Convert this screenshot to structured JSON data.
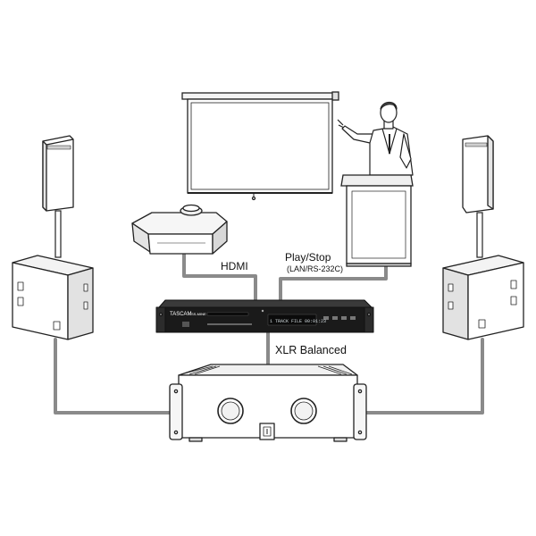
{
  "labels": {
    "hdmi": "HDMI",
    "play_stop": "Play/Stop",
    "play_stop_sub": "(LAN/RS-232C)",
    "xlr": "XLR Balanced"
  },
  "device": {
    "brand": "TASCAM",
    "model": "SS-MINE",
    "display_text": "1 TRACK FILE 00:01:23"
  },
  "colors": {
    "cable": "#8a8a8a",
    "outline": "#222222",
    "panel": "#1a1a1a"
  }
}
